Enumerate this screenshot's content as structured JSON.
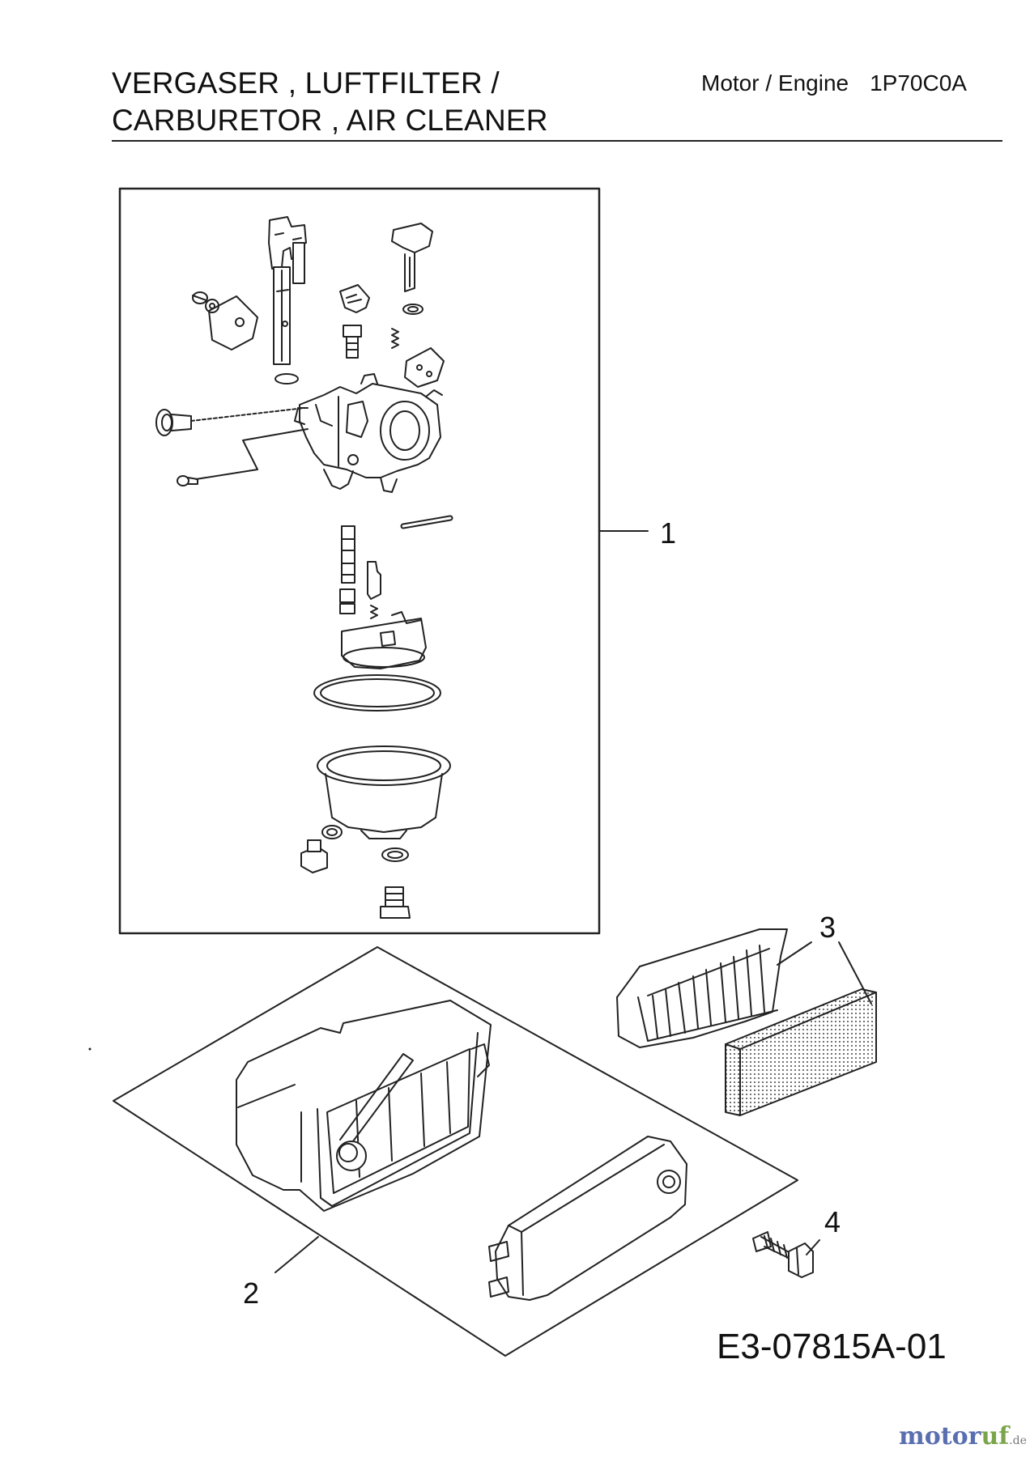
{
  "header": {
    "title_line1": "VERGASER , LUFTFILTER /",
    "title_line2": "CARBURETOR , AIR CLEANER",
    "engine_prefix": "Motor / Engine",
    "engine_model": "1P70C0A"
  },
  "callouts": [
    "1",
    "2",
    "3",
    "4"
  ],
  "document_code": "E3-07815A-01",
  "watermark": {
    "part_a": "motor",
    "part_b": "uf",
    "tld": ".de"
  },
  "colors": {
    "line": "#222222",
    "watermark_blue": "#5a6fb0",
    "watermark_green": "#7aa54a"
  }
}
